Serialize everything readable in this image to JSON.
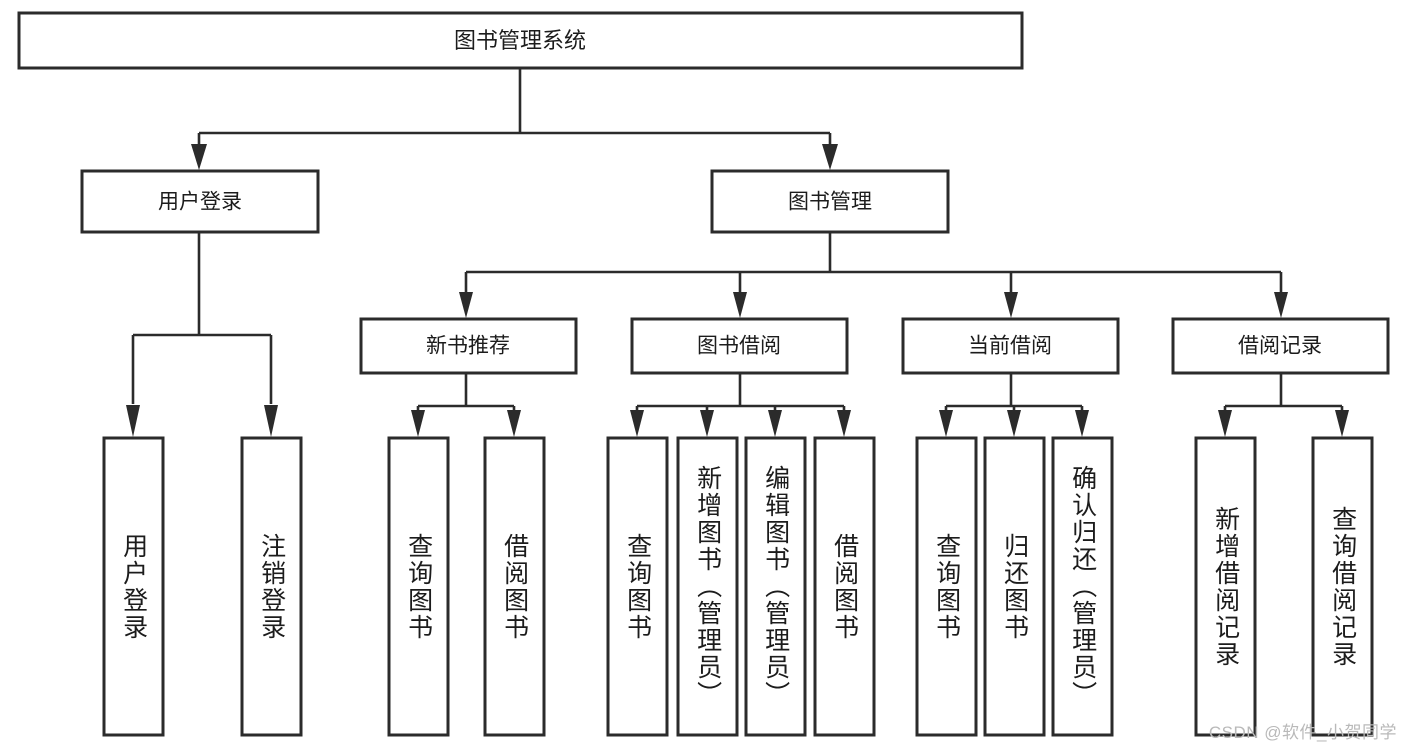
{
  "diagram": {
    "type": "tree-hierarchy-chart",
    "title": "图书管理系统",
    "orientation": "top-down",
    "colors": {
      "box_stroke": "#2b2b2b",
      "box_fill": "#ffffff",
      "connector": "#2b2b2b",
      "text": "#1c1c1c",
      "background": "#ffffff",
      "watermark": "#b9b9b9"
    },
    "levels": {
      "level1": {
        "label": "图书管理系统"
      },
      "level2": [
        {
          "label": "用户登录"
        },
        {
          "label": "图书管理"
        }
      ],
      "level3": [
        {
          "label": "新书推荐"
        },
        {
          "label": "图书借阅"
        },
        {
          "label": "当前借阅"
        },
        {
          "label": "借阅记录"
        }
      ],
      "level4": [
        {
          "label": "用户登录",
          "parent": "用户登录"
        },
        {
          "label": "注销登录",
          "parent": "用户登录"
        },
        {
          "label": "查询图书",
          "parent": "新书推荐"
        },
        {
          "label": "借阅图书",
          "parent": "新书推荐"
        },
        {
          "label": "查询图书",
          "parent": "图书借阅"
        },
        {
          "label": "新增图书（管理员）",
          "parent": "图书借阅"
        },
        {
          "label": "编辑图书（管理员）",
          "parent": "图书借阅"
        },
        {
          "label": "借阅图书",
          "parent": "图书借阅"
        },
        {
          "label": "查询图书",
          "parent": "当前借阅"
        },
        {
          "label": "归还图书",
          "parent": "当前借阅"
        },
        {
          "label": "确认归还（管理员）",
          "parent": "当前借阅"
        },
        {
          "label": "新增借阅记录",
          "parent": "借阅记录"
        },
        {
          "label": "查询借阅记录",
          "parent": "借阅记录"
        }
      ]
    }
  },
  "watermark": {
    "text": "CSDN @软件_小贺同学"
  }
}
